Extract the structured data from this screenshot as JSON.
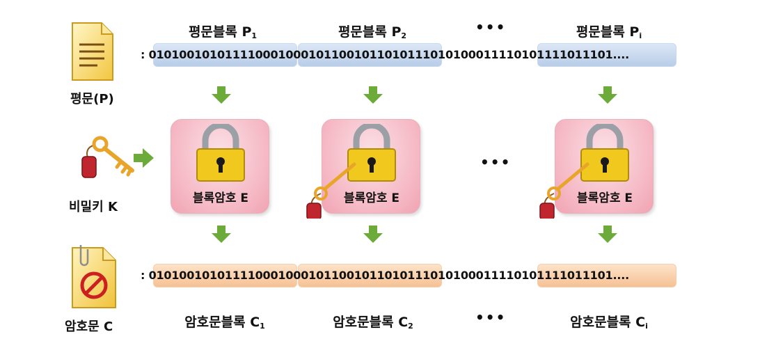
{
  "plaintext_doc": {
    "label": "평문(P)",
    "icon": "document-icon"
  },
  "key": {
    "label": "비밀키 K",
    "icon": "key-icon"
  },
  "ciphertext_doc": {
    "label": "암호문 C",
    "icon": "forbidden-document-icon"
  },
  "plaintext_blocks": [
    {
      "name": "평문블록 P",
      "sub": "1"
    },
    {
      "name": "평문블록 P",
      "sub": "2"
    },
    {
      "name": "평문블록 P",
      "sub": "i"
    }
  ],
  "cipher_blocks": [
    {
      "name": "암호문블록 C",
      "sub": "1"
    },
    {
      "name": "암호문블록 C",
      "sub": "2"
    },
    {
      "name": "암호문블록 C",
      "sub": "i"
    }
  ],
  "plaintext_bits": ": 010100101011110001000101100101101011101010001111010111101110 1....",
  "cipher_bits": ": 010100101011110001000101100101101011101010001111010111101110 1....",
  "plaintext_bits_exact": ": 0101001010111100010001011001011010111010100011110101111011101....",
  "cipher_bits_exact": ": 0101001010111100010001011001011010111010100011110101111011101....",
  "encryption_boxes": [
    {
      "label": "블록암호 E",
      "has_key": false
    },
    {
      "label": "블록암호 E",
      "has_key": true
    },
    {
      "label": "블록암호 E",
      "has_key": true
    }
  ],
  "ellipsis": "•••",
  "colors": {
    "arrow": "#6cab3a",
    "plaintext_bar": "#c6d7ee",
    "cipher_bar": "#f8cda5",
    "box": "#f5b7c3"
  }
}
